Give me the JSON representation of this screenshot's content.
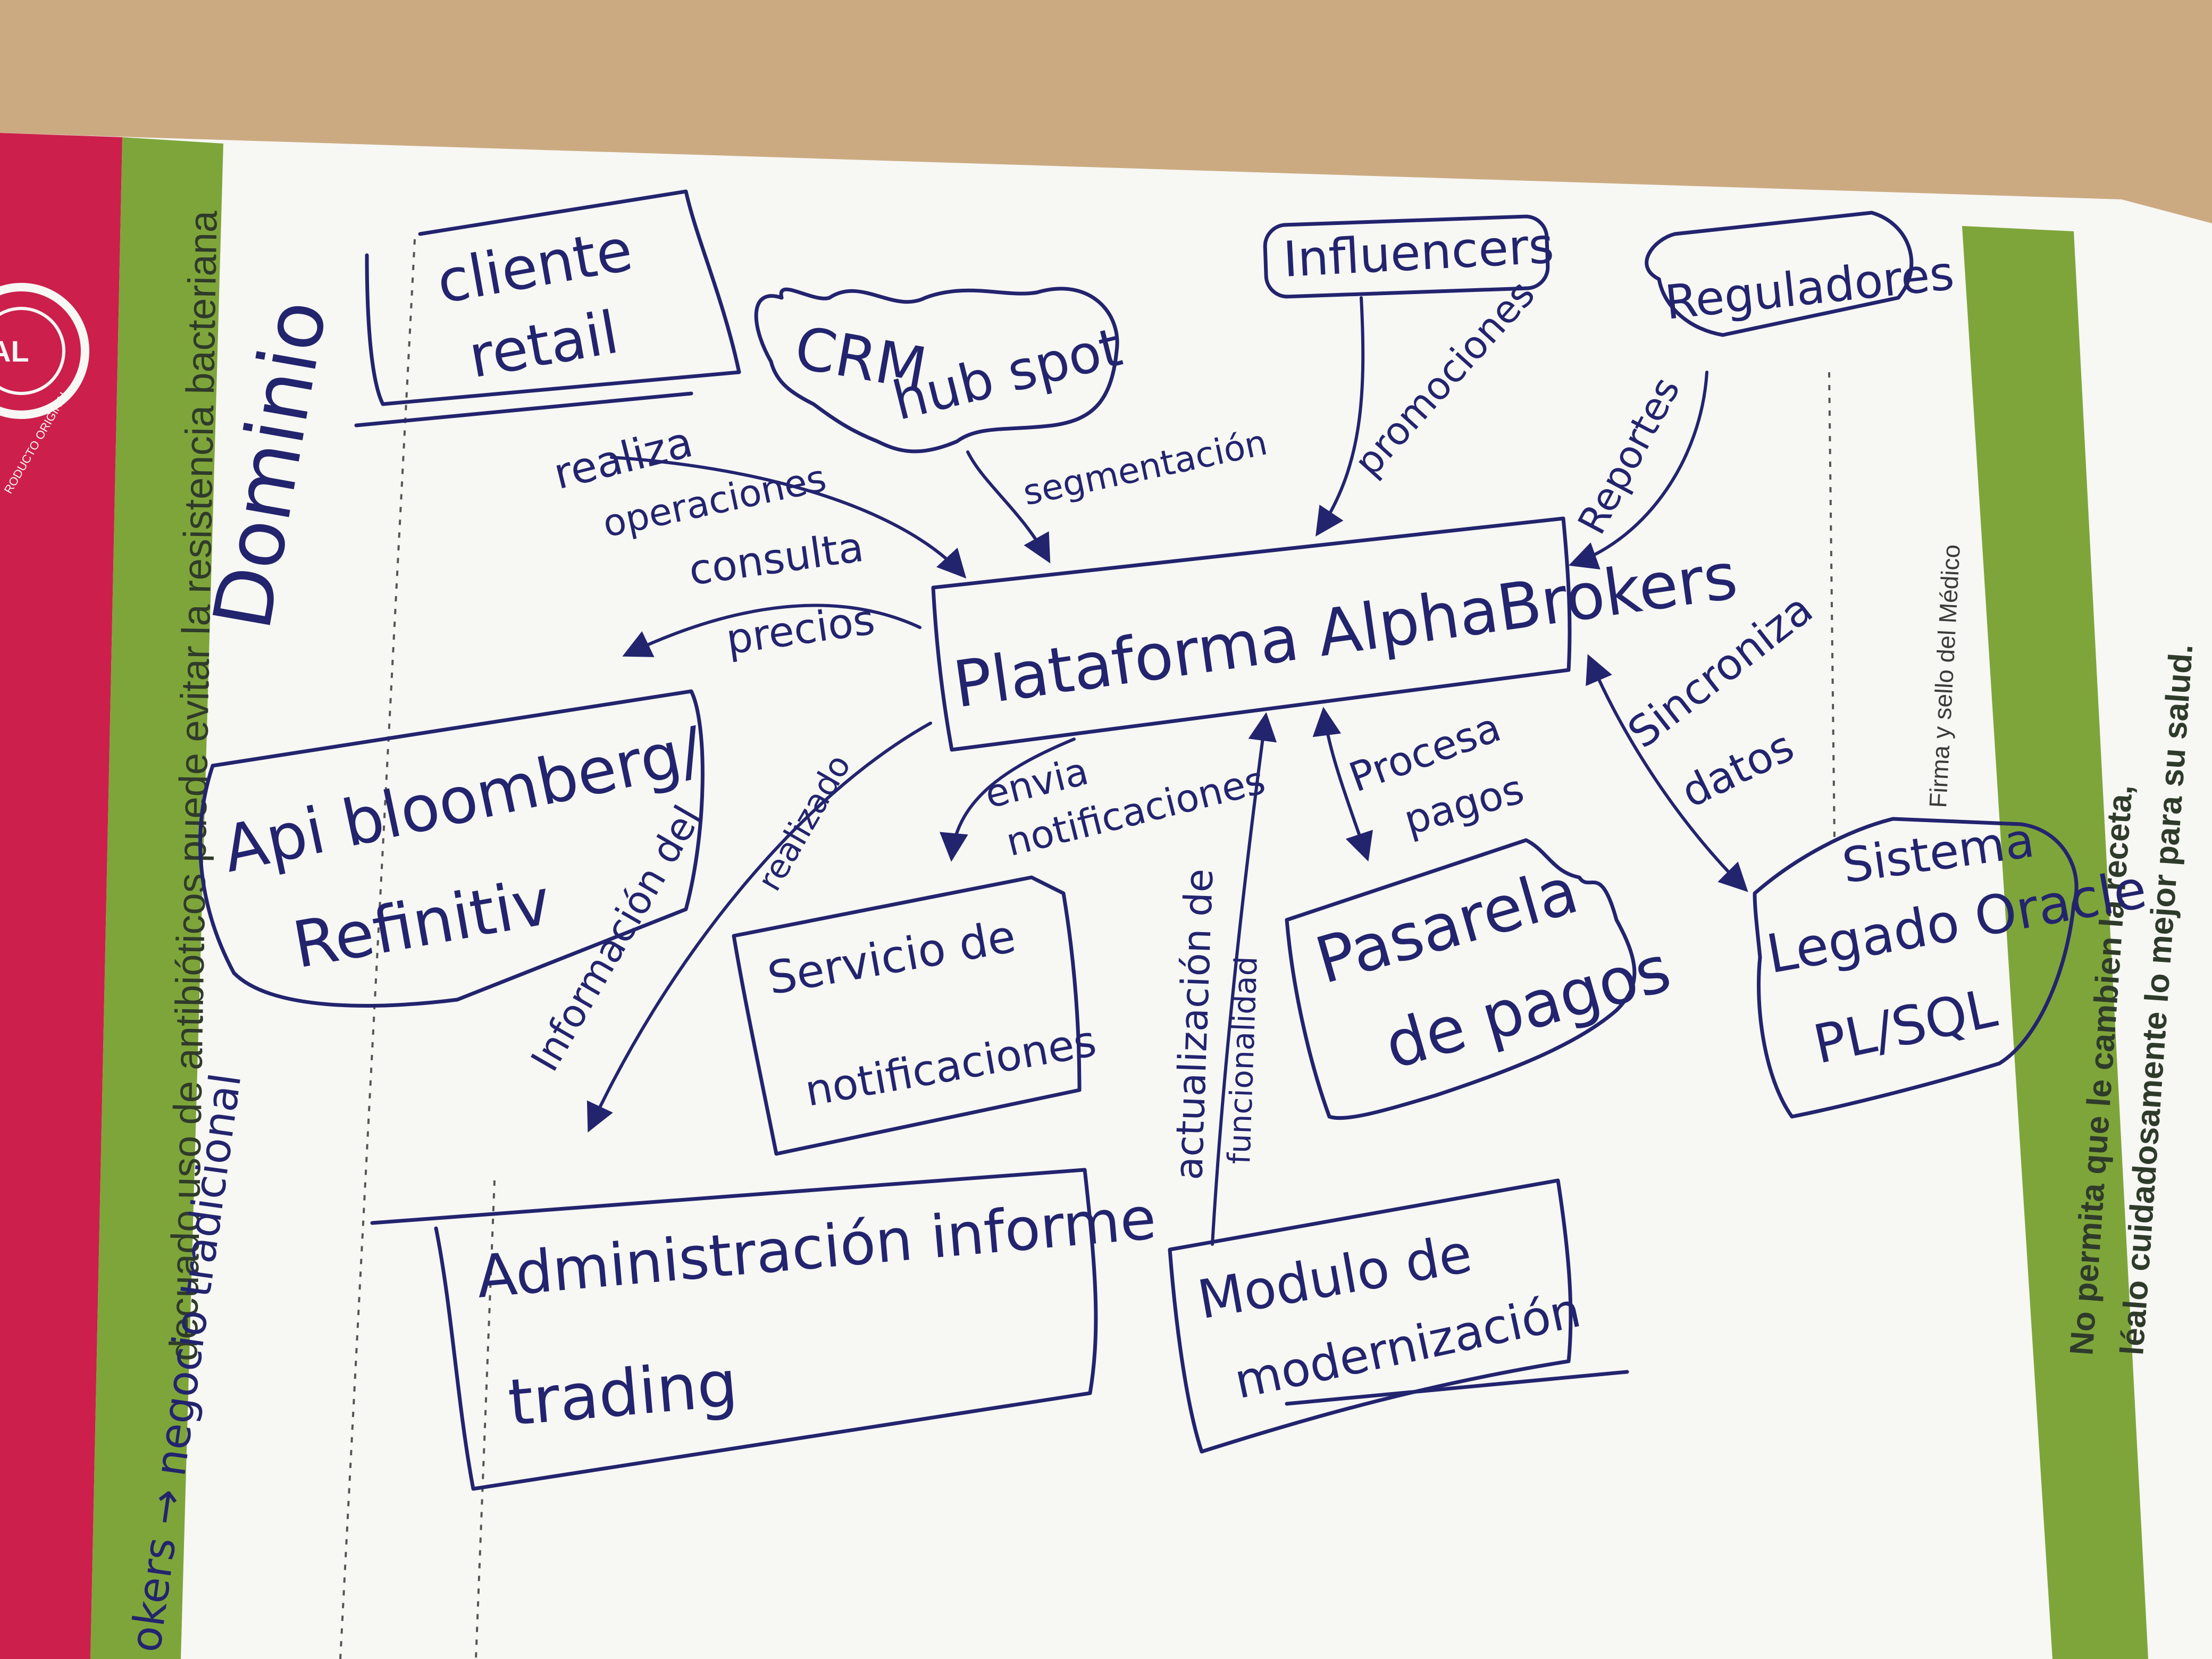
{
  "colors": {
    "table": "#c7a57c",
    "paper": "#f7f7f4",
    "ink": "#23246e",
    "green_band": "#7ea53a",
    "red_band": "#cc1f4c",
    "print_text": "#2f3b2a"
  },
  "paper_print": {
    "left_strip": "decuado uso de antibióticos puede evitar la resistencia bacteriana",
    "right_strip_line1": "No permita que le cambien la receta,",
    "right_strip_line2": "léalo cuidadosamente lo mejor para su salud.",
    "signature_label": "Firma y sello del Médico",
    "stamp_text": "RODUCTO ORIGINAL"
  },
  "sketch": {
    "side_label_domain": "Dominio",
    "side_label_business": "okers → negocio tradicional",
    "center_box": "Plataforma AlphaBrokers",
    "nodes": {
      "cliente_l1": "cliente",
      "cliente_l2": "retail",
      "crm_l1": "CRM",
      "crm_l2": "hub spot",
      "influencers": "Influencers",
      "reguladores": "Reguladores",
      "api_l1": "Api bloomberg/",
      "api_l2": "Refinitiv",
      "notif_l1": "Servicio de",
      "notif_l2": "notificaciones",
      "pasarela_l1": "Pasarela",
      "pasarela_l2": "de pagos",
      "legado_l1": "Sistema",
      "legado_l2": "Legado Oracle",
      "legado_l3": "PL/SQL",
      "admin_l1": "Administración informe",
      "admin_l2": "trading",
      "modulo_l1": "Modulo de",
      "modulo_l2": "modernización"
    },
    "edges": {
      "realiza_l1": "realiza",
      "realiza_l2": "operaciones",
      "consulta_l1": "consulta",
      "consulta_l2": "precios",
      "segmentacion": "segmentación",
      "promociones": "promociones",
      "reportes": "Reportes",
      "envia_l1": "envia",
      "envia_l2": "notificaciones",
      "procesa_l1": "Procesa",
      "procesa_l2": "pagos",
      "sincroniza_l1": "Sincroniza",
      "sincroniza_l2": "datos",
      "informacion_l1": "Información del",
      "informacion_l2": "realizado",
      "actualizacion_l1": "actualización de",
      "actualizacion_l2": "funcionalidad"
    }
  }
}
